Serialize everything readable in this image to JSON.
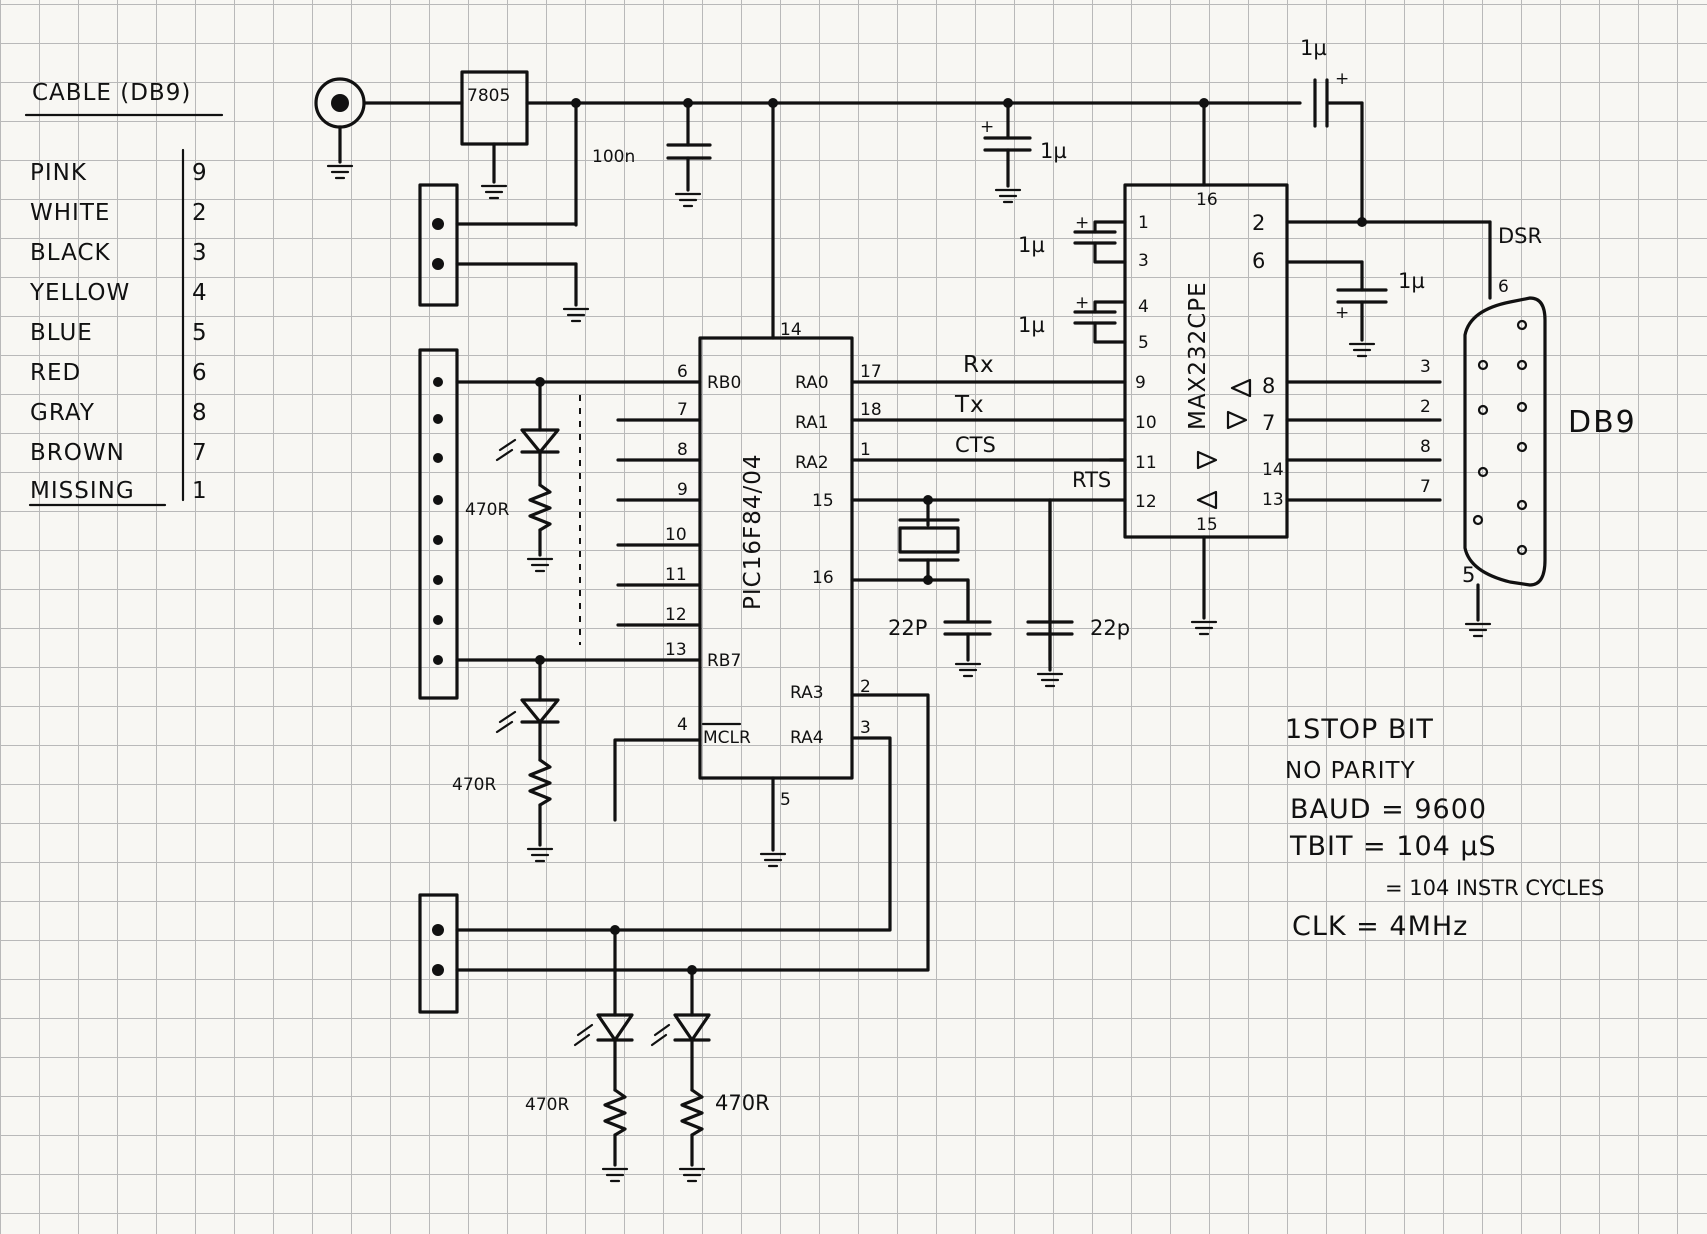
{
  "cable_table": {
    "title": "CABLE (DB9)",
    "rows": [
      {
        "color": "PINK",
        "pin": "9"
      },
      {
        "color": "WHITE",
        "pin": "2"
      },
      {
        "color": "BLACK",
        "pin": "3"
      },
      {
        "color": "YELLOW",
        "pin": "4"
      },
      {
        "color": "BLUE",
        "pin": "5"
      },
      {
        "color": "RED",
        "pin": "6"
      },
      {
        "color": "GRAY",
        "pin": "8"
      },
      {
        "color": "BROWN",
        "pin": "7"
      },
      {
        "color": "MISSING",
        "pin": "1"
      }
    ]
  },
  "regulator": {
    "label": "7805"
  },
  "capacitors": {
    "c_100n": "100n",
    "c_1u_top": "1µ",
    "c_1u_series": "1µ",
    "c_1u_pin1": "1µ",
    "c_1u_pin4": "1µ",
    "c_1u_dsr": "1µ",
    "c_22p_left": "22P",
    "c_22p_right": "22p"
  },
  "pic": {
    "name": "PIC16F84/04",
    "pin_vdd": "14",
    "pin_gnd": "5",
    "left_pins": [
      {
        "num": "6",
        "name": "RB0"
      },
      {
        "num": "7",
        "name": ""
      },
      {
        "num": "8",
        "name": ""
      },
      {
        "num": "9",
        "name": ""
      },
      {
        "num": "10",
        "name": ""
      },
      {
        "num": "11",
        "name": ""
      },
      {
        "num": "12",
        "name": ""
      },
      {
        "num": "13",
        "name": "RB7"
      }
    ],
    "mclr": {
      "num": "4",
      "name": "MCLR"
    },
    "right_pins": [
      {
        "num": "17",
        "name": "RA0"
      },
      {
        "num": "18",
        "name": "RA1"
      },
      {
        "num": "1",
        "name": "RA2"
      },
      {
        "num": "15",
        "name": ""
      },
      {
        "num": "16",
        "name": ""
      },
      {
        "num": "2",
        "name": "RA3"
      },
      {
        "num": "3",
        "name": "RA4"
      }
    ]
  },
  "signals": {
    "rx": "Rx",
    "tx": "Tx",
    "cts": "CTS",
    "rts": "RTS",
    "dsr": "DSR"
  },
  "max232": {
    "name": "MAX232CPE",
    "pin_top": "16",
    "pin_bottom": "15",
    "left_pins": [
      "1",
      "3",
      "4",
      "5",
      "9",
      "10",
      "11",
      "12"
    ],
    "right_pins": [
      "2",
      "6",
      "8",
      "7",
      "14",
      "13"
    ]
  },
  "db9": {
    "label": "DB9",
    "pin_dsr": "6",
    "pins": [
      "3",
      "2",
      "8",
      "7"
    ],
    "pin_gnd": "5"
  },
  "resistors": {
    "r1": "470R",
    "r2": "470R",
    "r3": "470R",
    "r4": "470R"
  },
  "notes": [
    "1STOP BIT",
    "NO PARITY",
    "BAUD = 9600",
    "TBIT = 104 µS",
    "= 104 INSTR CYCLES",
    "CLK = 4MHz"
  ]
}
